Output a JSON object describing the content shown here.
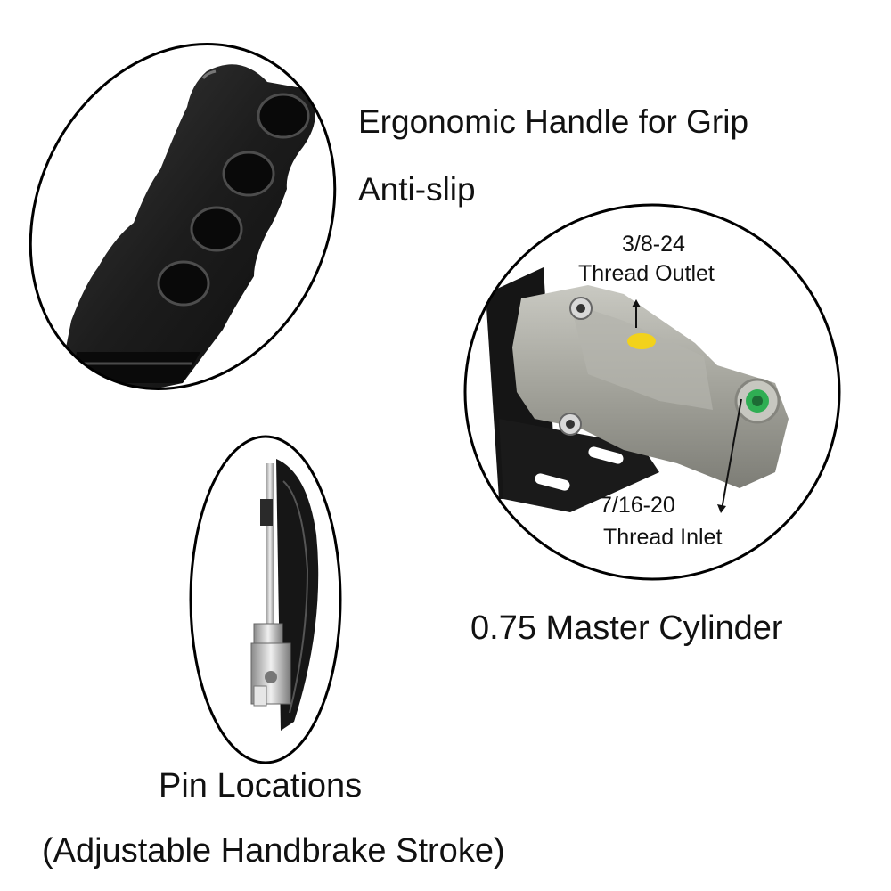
{
  "captions": {
    "ergonomic_handle": "Ergonomic Handle for Grip",
    "anti_slip": "Anti-slip",
    "thread_outlet_size": "3/8-24",
    "thread_outlet_label": "Thread Outlet",
    "thread_inlet_size": "7/16-20",
    "thread_inlet_label": "Thread Inlet",
    "master_cylinder": "0.75 Master Cylinder",
    "pin_locations": "Pin Locations",
    "adjustable_stroke": "(Adjustable Handbrake Stroke)"
  },
  "colors": {
    "background": "#ffffff",
    "handle_black": "#1b1b1b",
    "cylinder_gray": "#9a9a92",
    "fitting_yellow": "#f2d21c",
    "fitting_green": "#2fae53",
    "text": "#111111"
  }
}
